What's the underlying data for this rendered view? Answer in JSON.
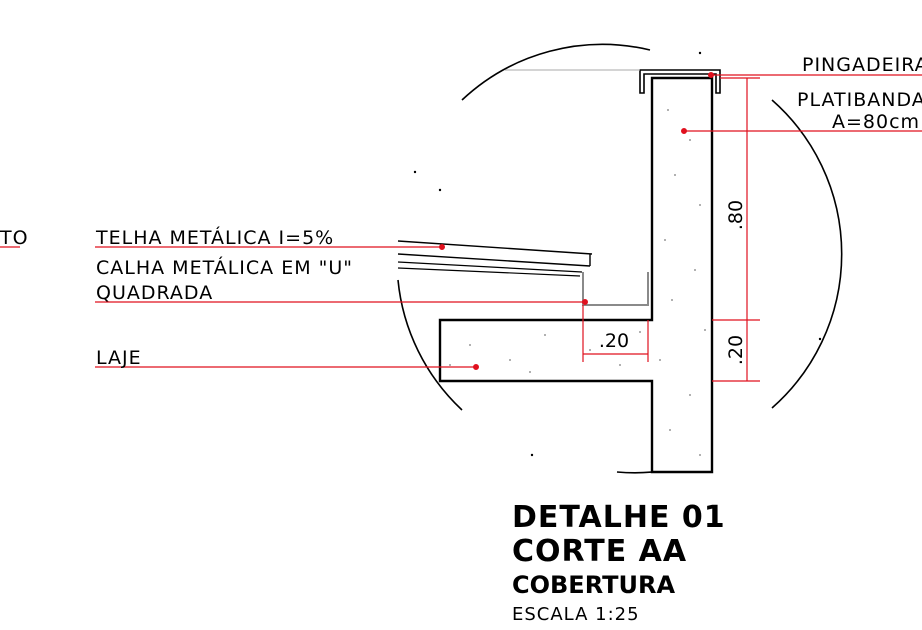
{
  "labels": {
    "left_edge": "TO",
    "telha": "TELHA METÁLICA I=5%",
    "calha_line1": "CALHA METÁLICA EM \"U\"",
    "calha_line2": "QUADRADA",
    "laje": "LAJE",
    "pingadeira": "PINGADEIRA",
    "platibanda_line1": "PLATIBANDA",
    "platibanda_line2": "A=80cm"
  },
  "dimensions": {
    "parapet_height": ".80",
    "slab_thickness": ".20",
    "gutter_width": ".20"
  },
  "title_block": {
    "title": "DETALHE 01",
    "subtitle": "CORTE AA",
    "section": "COBERTURA",
    "scale": "ESCALA 1:25"
  },
  "colors": {
    "leader": "#e0101e",
    "structure": "#000000",
    "metal": "#8a8a8a"
  }
}
